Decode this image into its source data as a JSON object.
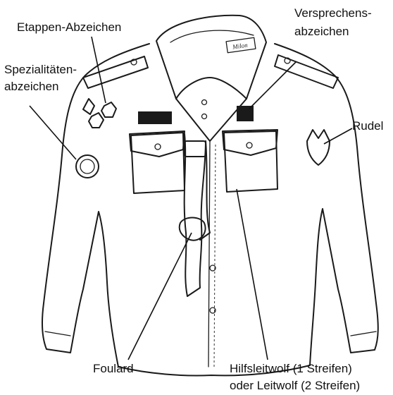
{
  "labels": {
    "etappen": "Etappen-Abzeichen",
    "spezialitaeten_line1": "Spezialitäten-",
    "spezialitaeten_line2": "abzeichen",
    "versprechens_line1": "Versprechens-",
    "versprechens_line2": "abzeichen",
    "rudel": "Rudel",
    "foulard": "Foulard",
    "hilfsleitwolf_line1": "Hilfsleitwolf (1 Streifen)",
    "hilfsleitwolf_line2": "oder Leitwolf (2 Streifen)"
  },
  "collar_tag": "Milon",
  "icons": [
    "shirt-illustration",
    "wolf-head-icon",
    "promise-badge-icon",
    "specialty-badge-icon",
    "stage-badge-icon"
  ]
}
